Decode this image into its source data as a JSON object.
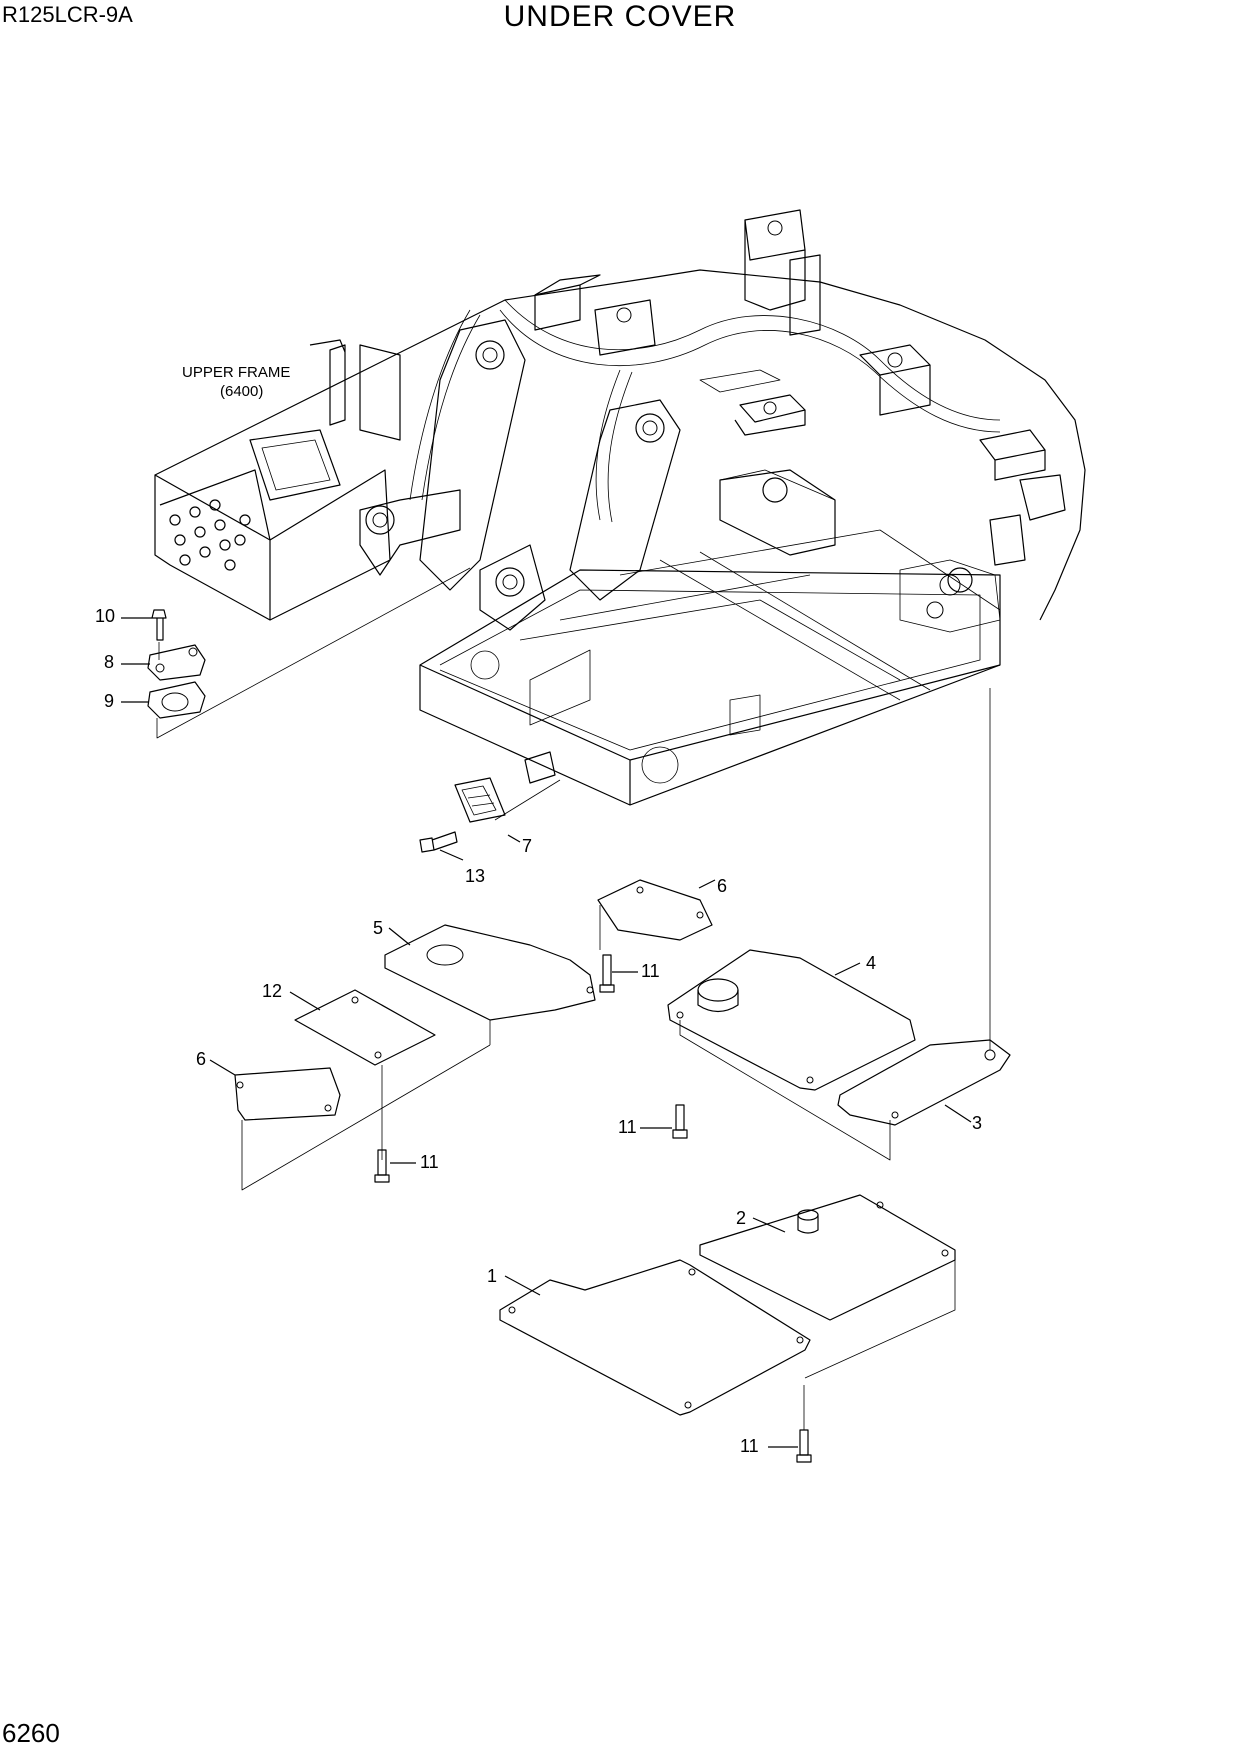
{
  "header": {
    "model": "R125LCR-9A",
    "title": "UNDER COVER"
  },
  "footer": {
    "page_number": "6260"
  },
  "reference": {
    "line1": "UPPER FRAME",
    "line2": "(6400)"
  },
  "callouts": {
    "c1": "1",
    "c2": "2",
    "c3": "3",
    "c4": "4",
    "c5": "5",
    "c6a": "6",
    "c6b": "6",
    "c7": "7",
    "c8": "8",
    "c9": "9",
    "c10": "10",
    "c11a": "11",
    "c11b": "11",
    "c11c": "11",
    "c11d": "11",
    "c12": "12",
    "c13": "13"
  }
}
